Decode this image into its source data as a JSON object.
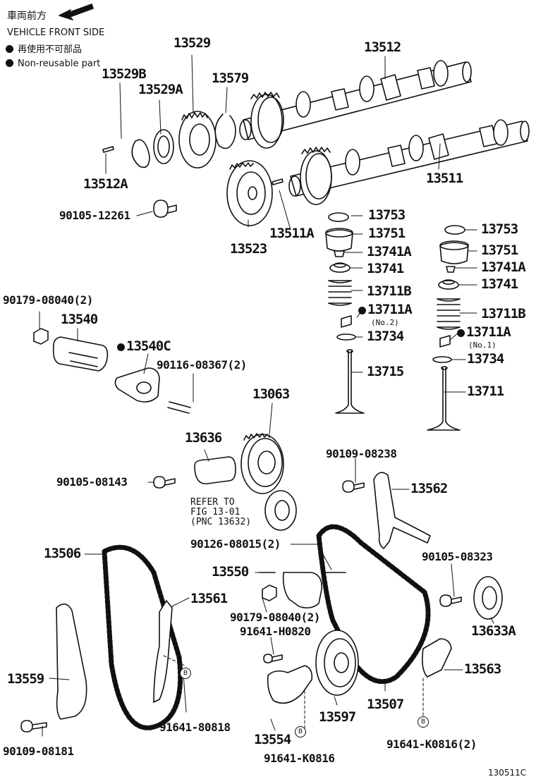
{
  "header": {
    "front_jp": "車両前方",
    "front_en": "VEHICLE FRONT SIDE",
    "nonreusable_jp": "再使用不可部品",
    "nonreusable_en": "Non-reusable part"
  },
  "labels": {
    "p13529": "13529",
    "p13512": "13512",
    "p13529B": "13529B",
    "p13529A": "13529A",
    "p13579": "13579",
    "p13512A": "13512A",
    "p13511": "13511",
    "p90105_12261": "90105-12261",
    "p13523": "13523",
    "p13511A": "13511A",
    "p13753a": "13753",
    "p13751a": "13751",
    "p13741Aa": "13741A",
    "p13741a": "13741",
    "p13711Ba": "13711B",
    "p13711Aa": "13711A",
    "no2": "(No.2)",
    "p13734a": "13734",
    "p13715": "13715",
    "p13753b": "13753",
    "p13751b": "13751",
    "p13741Ab": "13741A",
    "p13741b": "13741",
    "p13711Bb": "13711B",
    "p13711Ab": "13711A",
    "no1": "(No.1)",
    "p13734b": "13734",
    "p13711": "13711",
    "p90179_08040a": "90179-08040(2)",
    "p13540": "13540",
    "p13540C": "13540C",
    "p90116_08367": "90116-08367(2)",
    "p13063": "13063",
    "p13636": "13636",
    "p90105_08143": "90105-08143",
    "p90109_08238": "90109-08238",
    "p13562": "13562",
    "refer": "REFER TO\nFIG 13-01\n(PNC 13632)",
    "p13506": "13506",
    "p90126_08015": "90126-08015(2)",
    "p13550": "13550",
    "p90105_08323": "90105-08323",
    "p13561": "13561",
    "p90179_08040b": "90179-08040(2)",
    "p91641_H0820": "91641-H0820",
    "p13633A": "13633A",
    "p13559": "13559",
    "p13563": "13563",
    "p13507": "13507",
    "p91641_80818": "91641-80818",
    "p13597": "13597",
    "p91641_K0816b": "91641-K0816(2)",
    "p90109_08181": "90109-08181",
    "p13554": "13554",
    "p91641_K0816a": "91641-K0816",
    "b_mark": "B",
    "figure_id": "130511C"
  }
}
